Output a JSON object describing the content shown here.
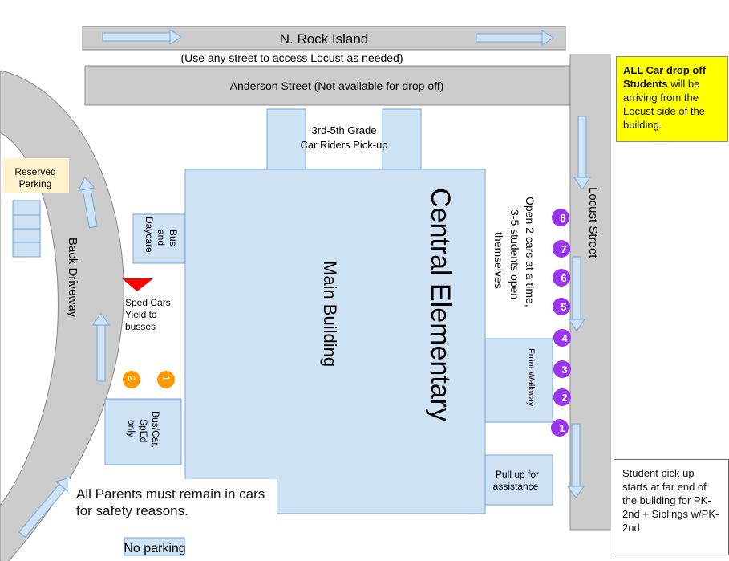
{
  "streets": {
    "rock_island": "N. Rock Island",
    "access_note": "(Use any street to access Locust as needed)",
    "anderson": "Anderson Street (Not available for drop off)",
    "locust": "Locust Street",
    "back_driveway": "Back Driveway"
  },
  "building": {
    "main": "Main Building",
    "school": "Central Elementary",
    "pickup_line1": "3rd-5th Grade",
    "pickup_line2": "Car Riders Pick-up",
    "bus_daycare_line1": "Bus",
    "bus_daycare_line2": "and",
    "bus_daycare_line3": "Daycare",
    "bus_sped_line1": "Bus/Car,",
    "bus_sped_line2": "SpEd",
    "bus_sped_line3": "only",
    "front_walkway": "Front Walkway",
    "pull_up_line1": "Pull up for",
    "pull_up_line2": "assistance"
  },
  "labels": {
    "reserved_line1": "Reserved",
    "reserved_line2": "Parking",
    "sped_line1": "Sped Cars",
    "sped_line2": "Yield to",
    "sped_line3": "busses",
    "no_parking": "No parking",
    "open_line1": "Open 2 cars at a time,",
    "open_line2": "3-5 students open",
    "open_line3": "themselves"
  },
  "notes": {
    "drop_bold": "ALL Car drop off Students",
    "drop_rest": " will be arriving from the Locust side of the building.",
    "pickup": "Student pick up starts at far end of the building for PK-2nd + Siblings w/PK-2nd",
    "parents": "All Parents must remain in cars for safety reasons."
  },
  "markers": {
    "purple": [
      "8",
      "7",
      "6",
      "5",
      "4",
      "3",
      "2",
      "1"
    ],
    "orange": [
      "2",
      "1"
    ]
  },
  "colors": {
    "road": "#cccccc",
    "building": "#cfe2f3",
    "arrow": "#cfe2f3",
    "purple_marker": "#9933ee",
    "orange_marker": "#ff9900",
    "sped_triangle": "#ff0000",
    "drop_note": "#ffff00",
    "reserved": "#fff2cc"
  }
}
